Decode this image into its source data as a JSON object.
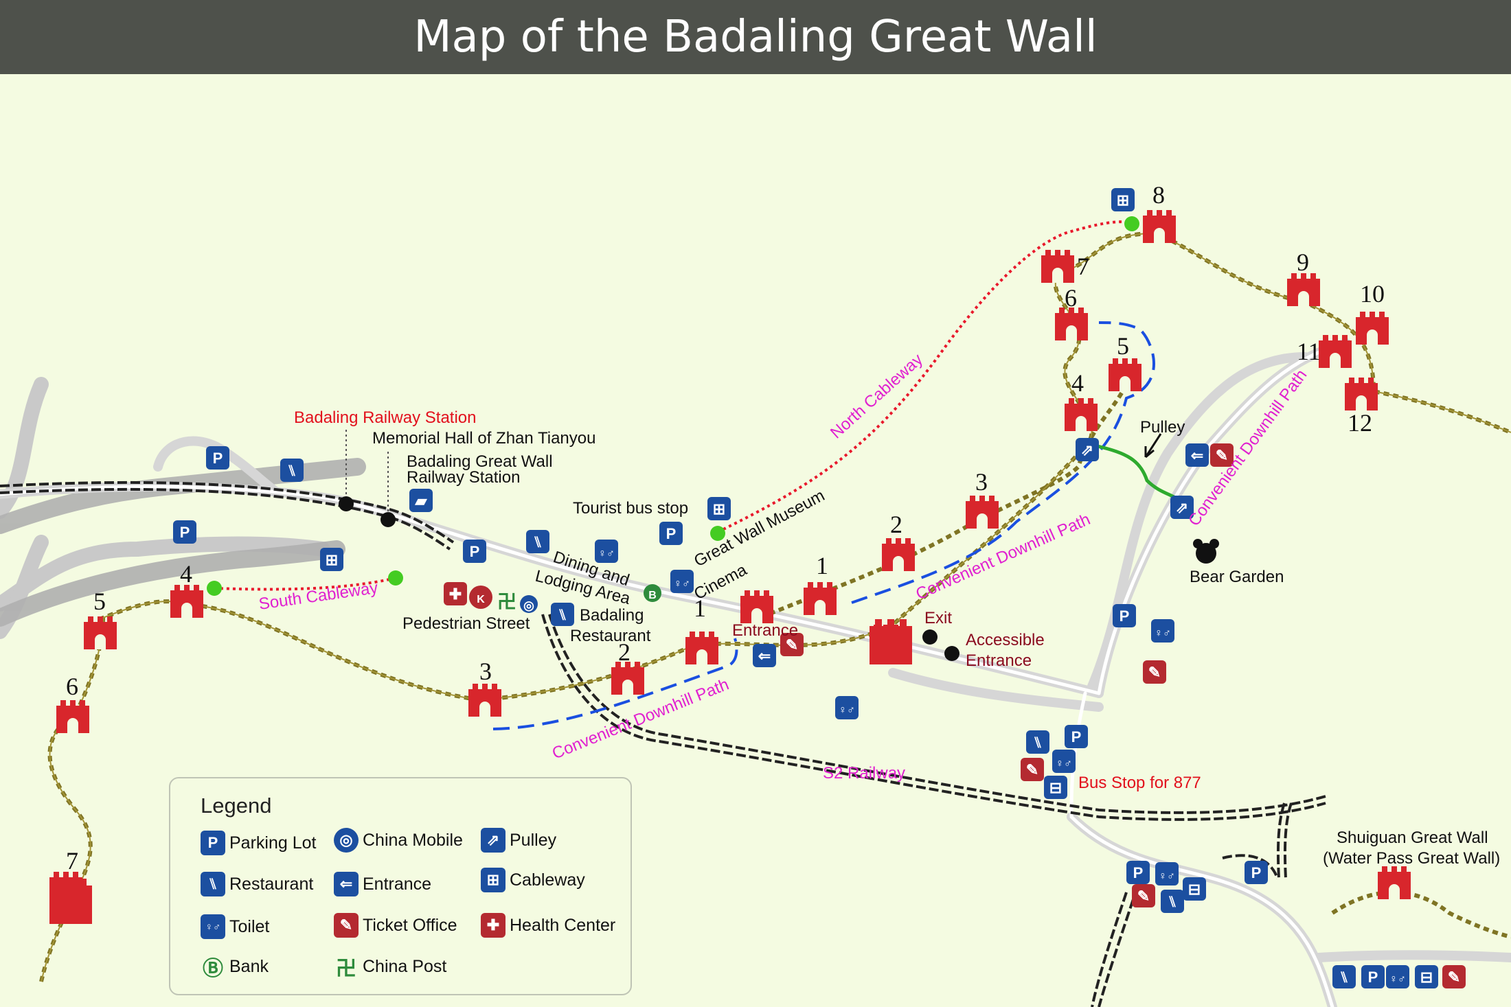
{
  "title": "Map of the Badaling Great Wall",
  "colors": {
    "background": "#f4fbe1",
    "header": "#4e514b",
    "wall": "#8a7a2a",
    "tower": "#d8262c",
    "road": "#d9d9d9",
    "railway": "#222222",
    "cableway": "#e8192c",
    "downhill_path": "#1a4fe0",
    "pulley": "#2eaa2e",
    "station": "#44cc22",
    "magenta_label": "#e020d0",
    "red_label": "#e2101c",
    "maroon_label": "#8a0a1e",
    "icon_blue": "#1c4fa0"
  },
  "labels": {
    "badaling_railway_station": "Badaling Railway Station",
    "memorial_hall": "Memorial Hall of Zhan Tianyou",
    "badaling_gw_station_1": "Badaling Great Wall",
    "badaling_gw_station_2": "Railway Station",
    "tourist_bus_stop": "Tourist bus stop",
    "great_wall_museum": "Great Wall Museum",
    "north_cableway": "North Cableway",
    "south_cableway": "South Cableway",
    "dining_1": "Dining and",
    "dining_2": "Lodging Area",
    "cinema": "Cinema",
    "pedestrian_street": "Pedestrian Street",
    "badaling_restaurant_1": "Badaling",
    "badaling_restaurant_2": "Restaurant",
    "entrance": "Entrance",
    "exit": "Exit",
    "accessible_1": "Accessible",
    "accessible_2": "Entrance",
    "pulley": "Pulley",
    "bear_garden": "Bear Garden",
    "convenient_path": "Convenient Downhill Path",
    "s2_railway": "S2 Railway",
    "bus_stop_877": "Bus Stop for 877",
    "shuiguan_1": "Shuiguan Great Wall",
    "shuiguan_2": "(Water Pass Great Wall)"
  },
  "tower_numbers": {
    "south": [
      "4",
      "5",
      "6",
      "7"
    ],
    "south_east": [
      "1",
      "2",
      "3"
    ],
    "north": [
      "1",
      "2",
      "3",
      "4",
      "5",
      "6",
      "7",
      "8",
      "9",
      "10",
      "11",
      "12"
    ]
  },
  "legend": {
    "title": "Legend",
    "items": [
      {
        "label": "Parking Lot",
        "icon": "parking-icon",
        "glyph": "P"
      },
      {
        "label": "China Mobile",
        "icon": "china-mobile-icon",
        "glyph": "◎"
      },
      {
        "label": "Pulley",
        "icon": "pulley-icon",
        "glyph": "⇗"
      },
      {
        "label": "Restaurant",
        "icon": "restaurant-icon",
        "glyph": "⑊"
      },
      {
        "label": "Entrance",
        "icon": "entrance-icon",
        "glyph": "⇐"
      },
      {
        "label": "Cableway",
        "icon": "cableway-icon",
        "glyph": "⊞"
      },
      {
        "label": "Toilet",
        "icon": "toilet-icon",
        "glyph": "♀♂"
      },
      {
        "label": "Ticket Office",
        "icon": "ticket-office-icon",
        "glyph": "✎"
      },
      {
        "label": "Health Center",
        "icon": "health-center-icon",
        "glyph": "✚"
      },
      {
        "label": "Bank",
        "icon": "bank-icon",
        "glyph": "Ⓑ"
      },
      {
        "label": "China Post",
        "icon": "china-post-icon",
        "glyph": "卍"
      }
    ]
  }
}
